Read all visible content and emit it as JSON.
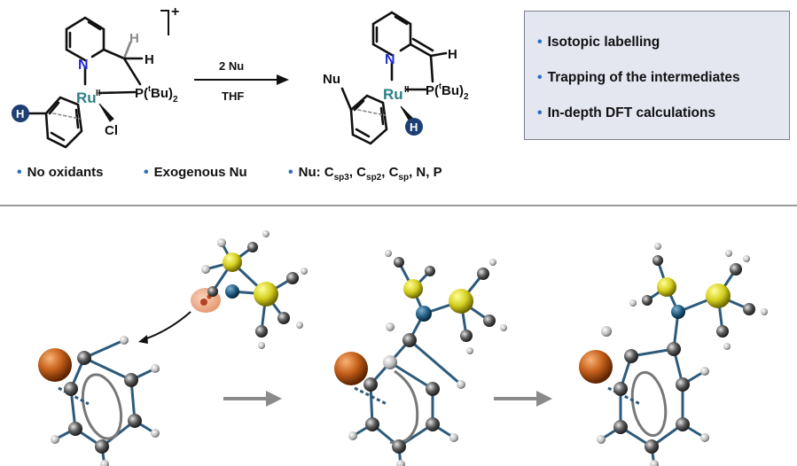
{
  "charge": "+",
  "reactant": {
    "N": "N",
    "Ru": "Ru",
    "Ru_ox": "II",
    "H_top": "H",
    "H_right": "H",
    "P": "P(",
    "P_t": "t",
    "P_rest": "Bu)",
    "P_sub": "2",
    "Cl": "Cl",
    "H_arene": "H"
  },
  "arrow": {
    "top": "2 Nu",
    "bottom": "THF"
  },
  "product": {
    "N": "N",
    "Ru": "Ru",
    "Ru_ox": "II",
    "H_vinyl": "H",
    "P": "P(",
    "P_t": "t",
    "P_rest": "Bu)",
    "P_sub": "2",
    "Nu": "Nu",
    "H_hydride": "H"
  },
  "features": [
    {
      "text": "No oxidants"
    },
    {
      "text": "Exogenous Nu"
    }
  ],
  "nu_scope": {
    "prefix": "Nu: C",
    "s1": "sp3",
    "sep1": ", C",
    "s2": "sp2",
    "sep2": ", C",
    "s3": "sp",
    "tail": ", N, P"
  },
  "box_items": [
    {
      "text": "Isotopic labelling"
    },
    {
      "text": "Trapping of the intermediates"
    },
    {
      "text": "In-depth DFT calculations"
    }
  ],
  "colors": {
    "accent_blue": "#2a6fc0",
    "ruthenium": "#2c7f86",
    "nitrogen": "#1e2bd0",
    "hydride_circle": "#1d3f73",
    "box_bg": "#e4e6f0",
    "bond": "#2d5a7b",
    "carbon_atom": "#5a5a5a",
    "ru_atom": "#c8621c",
    "p_atom": "#d6d020",
    "gray_arrow": "#8a8a8a"
  }
}
